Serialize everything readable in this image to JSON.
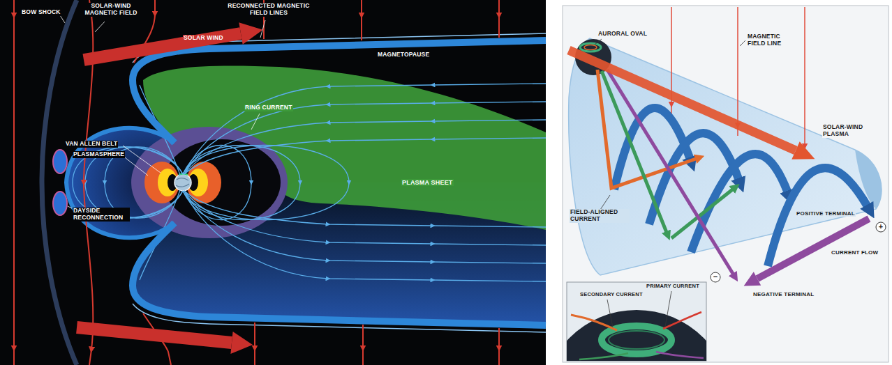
{
  "diagram": {
    "labels": [
      "BOW SHOCK",
      "SOLAR-WIND MAGNETIC FIELD",
      "RECONNECTED MAGNETIC FIELD LINES",
      "SOLAR WIND",
      "MAGNETOPAUSE",
      "RING CURRENT",
      "VAN ALLEN BELT",
      "PLASMASPHERE",
      "PLASMA SHEET",
      "DAYSIDE RECONNECTION",
      "AURORAL OVAL",
      "MAGNETIC FIELD LINE",
      "SOLAR-WIND PLASMA",
      "FIELD-ALIGNED CURRENT",
      "POSITIVE TERMINAL",
      "CURRENT FLOW",
      "NEGATIVE TERMINAL",
      "+",
      "−",
      "PRIMARY CURRENT",
      "SECONDARY CURRENT"
    ]
  }
}
